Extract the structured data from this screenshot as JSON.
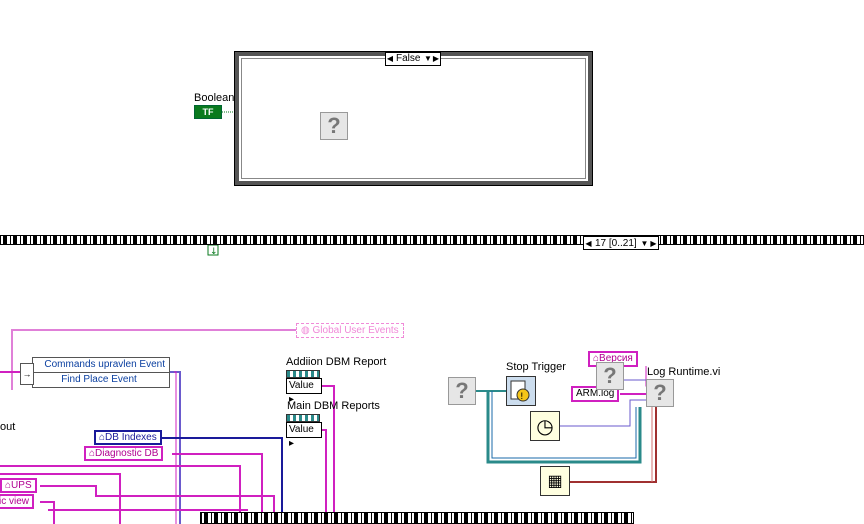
{
  "case_structure": {
    "selector_value": "False",
    "left_arrow": "◀",
    "right_arrow": "▶",
    "dropdown": "▼"
  },
  "boolean": {
    "label": "Boolean",
    "terminal_text": "TF"
  },
  "unknown_glyph": "?",
  "sequence": {
    "selector_value": "17 [0..21]",
    "dropdown": "▼"
  },
  "global_user_events": "Global User Events",
  "events": {
    "line1": "Commands upravlen Event",
    "line2": "Find Place Event"
  },
  "labels": {
    "addiion": "Addiion DBM Report",
    "main_dbm": "Main DBM Reports",
    "stop_trigger": "Stop Trigger",
    "log_runtime": "Log Runtime.vi",
    "out": "out"
  },
  "value_boxes": {
    "v1": "Value",
    "v2": "Value"
  },
  "controls": {
    "db_indexes": "DB Indexes",
    "diagnostic_db": "Diagnostic DB",
    "ups": "UPS",
    "ic_view": "ic view",
    "versiya": "Версия",
    "arm_log": "ARM.log"
  },
  "colors": {
    "pink_wire": "#d020c0",
    "blue_wire": "#1a1a9a",
    "teal_wire": "#2a8a8a",
    "brown_wire": "#a03030"
  }
}
